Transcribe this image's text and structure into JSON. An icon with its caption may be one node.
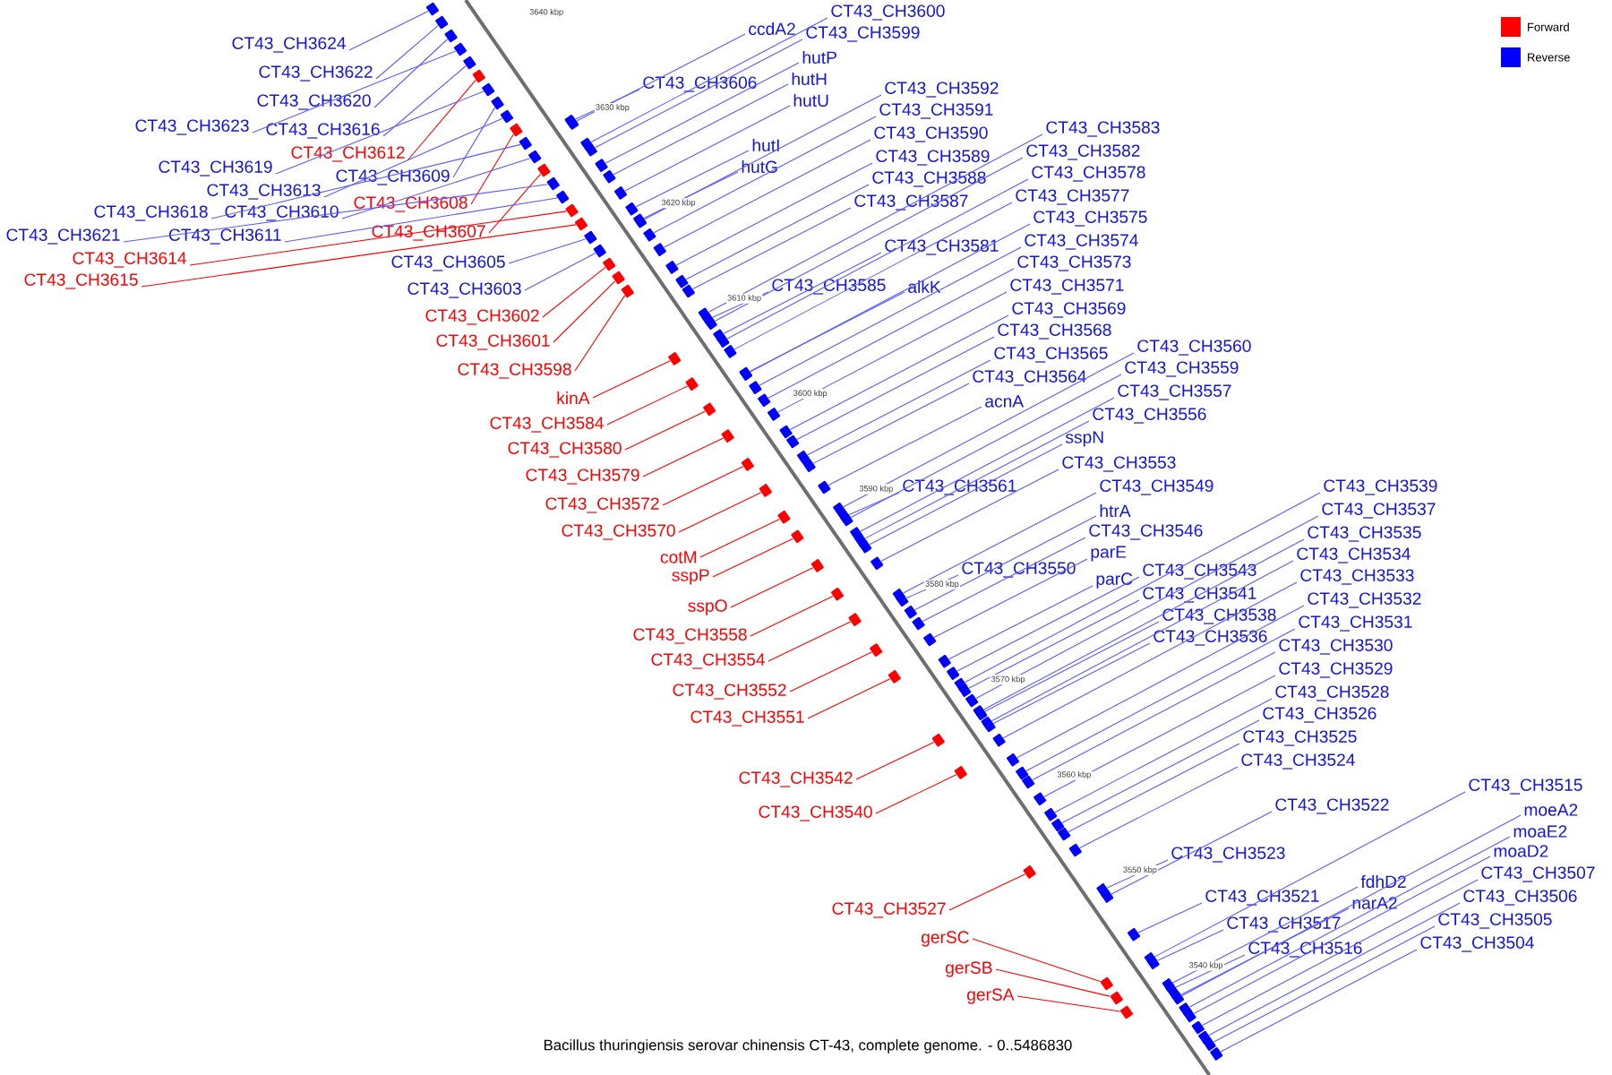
{
  "diagram": {
    "caption": "Bacillus thuringiensis serovar chinensis CT-43, complete genome. - 0..5486830",
    "nodes": [
      {
        "text": [
          "CT43_CH3624"
        ]
      },
      {
        "text": [
          "CT43_CH3622"
        ]
      },
      {
        "text": [
          "CT43_CH3620"
        ]
      },
      {
        "text": [
          "CT43_CH3623"
        ]
      },
      {
        "text": [
          "CT43_CH3616"
        ]
      },
      {
        "text": [
          "CT43_CH3612"
        ]
      },
      {
        "text": [
          "CT43_CH3619"
        ]
      },
      {
        "text": [
          "CT43_CH3609"
        ]
      },
      {
        "text": [
          "CT43_CH3613"
        ]
      },
      {
        "text": [
          "CT43_CH3608"
        ]
      },
      {
        "text": [
          "CT43_CH3618"
        ]
      },
      {
        "text": [
          "CT43_CH3610"
        ]
      },
      {
        "text": [
          "CT43_CH3607"
        ]
      },
      {
        "text": [
          "CT43_CH3621"
        ]
      },
      {
        "text": [
          "CT43_CH3611"
        ]
      },
      {
        "text": [
          "CT43_CH3614"
        ]
      },
      {
        "text": [
          "CT43_CH3605"
        ]
      },
      {
        "text": [
          "CT43_CH3615"
        ]
      },
      {
        "text": [
          "CT43_CH3603"
        ]
      },
      {
        "text": [
          "CT43_CH3602"
        ]
      },
      {
        "text": [
          "CT43_CH3601"
        ]
      },
      {
        "text": [
          "CT43_CH3598"
        ]
      },
      {
        "text": [
          "kinA"
        ]
      },
      {
        "text": [
          "CT43_CH3584"
        ]
      },
      {
        "text": [
          "CT43_CH3580"
        ]
      },
      {
        "text": [
          "CT43_CH3579"
        ]
      },
      {
        "text": [
          "CT43_CH3572"
        ]
      },
      {
        "text": [
          "CT43_CH3570"
        ]
      },
      {
        "text": [
          "cotM"
        ]
      },
      {
        "text": [
          "sspP"
        ]
      },
      {
        "text": [
          "sspO"
        ]
      },
      {
        "text": [
          "CT43_CH3558"
        ]
      },
      {
        "text": [
          "CT43_CH3554"
        ]
      },
      {
        "text": [
          "CT43_CH3552"
        ]
      },
      {
        "text": [
          "CT43_CH3551"
        ]
      },
      {
        "text": [
          "CT43_CH3542"
        ]
      },
      {
        "text": [
          "CT43_CH3540"
        ]
      },
      {
        "text": [
          "CT43_CH3527"
        ]
      },
      {
        "text": [
          "gerSC"
        ]
      },
      {
        "text": [
          "gerSB"
        ]
      },
      {
        "text": [
          "gerSA"
        ]
      },
      {
        "text": [
          "CT43_CH3600"
        ]
      },
      {
        "text": [
          "ccdA2"
        ]
      },
      {
        "text": [
          "CT43_CH3599"
        ]
      },
      {
        "text": [
          "hutP"
        ]
      },
      {
        "text": [
          "hutH"
        ]
      },
      {
        "text": [
          "CT43_CH3606"
        ]
      },
      {
        "text": [
          "CT43_CH3592"
        ]
      },
      {
        "text": [
          "hutU"
        ]
      },
      {
        "text": [
          "CT43_CH3591"
        ]
      },
      {
        "text": [
          "CT43_CH3583"
        ]
      },
      {
        "text": [
          "CT43_CH3590"
        ]
      },
      {
        "text": [
          "hutI"
        ]
      },
      {
        "text": [
          "CT43_CH3582"
        ]
      },
      {
        "text": [
          "CT43_CH3589"
        ]
      },
      {
        "text": [
          "hutG"
        ]
      },
      {
        "text": [
          "CT43_CH3578"
        ]
      },
      {
        "text": [
          "CT43_CH3588"
        ]
      },
      {
        "text": [
          "CT43_CH3577"
        ]
      },
      {
        "text": [
          "CT43_CH3587"
        ]
      },
      {
        "text": [
          "CT43_CH3575"
        ]
      },
      {
        "text": [
          "CT43_CH3574"
        ]
      },
      {
        "text": [
          "CT43_CH3581"
        ]
      },
      {
        "text": [
          "CT43_CH3573"
        ]
      },
      {
        "text": [
          "CT43_CH3585"
        ]
      },
      {
        "text": [
          "alkK"
        ]
      },
      {
        "text": [
          "CT43_CH3571"
        ]
      },
      {
        "text": [
          "CT43_CH3569"
        ]
      },
      {
        "text": [
          "CT43_CH3568"
        ]
      },
      {
        "text": [
          "CT43_CH3560"
        ]
      },
      {
        "text": [
          "CT43_CH3565"
        ]
      },
      {
        "text": [
          "CT43_CH3559"
        ]
      },
      {
        "text": [
          "CT43_CH3564"
        ]
      },
      {
        "text": [
          "CT43_CH3557"
        ]
      },
      {
        "text": [
          "acnA"
        ]
      },
      {
        "text": [
          "CT43_CH3556"
        ]
      },
      {
        "text": [
          "sspN"
        ]
      },
      {
        "text": [
          "CT43_CH3553"
        ]
      },
      {
        "text": [
          "CT43_CH3561"
        ]
      },
      {
        "text": [
          "CT43_CH3549"
        ]
      },
      {
        "text": [
          "CT43_CH3539"
        ]
      },
      {
        "text": [
          "htrA"
        ]
      },
      {
        "text": [
          "CT43_CH3537"
        ]
      },
      {
        "text": [
          "CT43_CH3546"
        ]
      },
      {
        "text": [
          "CT43_CH3535"
        ]
      },
      {
        "text": [
          "parE"
        ]
      },
      {
        "text": [
          "CT43_CH3534"
        ]
      },
      {
        "text": [
          "CT43_CH3550"
        ]
      },
      {
        "text": [
          "CT43_CH3543"
        ]
      },
      {
        "text": [
          "CT43_CH3533"
        ]
      },
      {
        "text": [
          "parC"
        ]
      },
      {
        "text": [
          "CT43_CH3541"
        ]
      },
      {
        "text": [
          "CT43_CH3532"
        ]
      },
      {
        "text": [
          "CT43_CH3538"
        ]
      },
      {
        "text": [
          "CT43_CH3531"
        ]
      },
      {
        "text": [
          "CT43_CH3536"
        ]
      },
      {
        "text": [
          "CT43_CH3530"
        ]
      },
      {
        "text": [
          "CT43_CH3529"
        ]
      },
      {
        "text": [
          "CT43_CH3528"
        ]
      },
      {
        "text": [
          "CT43_CH3526"
        ]
      },
      {
        "text": [
          "CT43_CH3525"
        ]
      },
      {
        "text": [
          "CT43_CH3524"
        ]
      },
      {
        "text": [
          "CT43_CH3515"
        ]
      },
      {
        "text": [
          "CT43_CH3522"
        ]
      },
      {
        "text": [
          "moeA2"
        ]
      },
      {
        "text": [
          "moaE2"
        ]
      },
      {
        "text": [
          "moaD2"
        ]
      },
      {
        "text": [
          "CT43_CH3523"
        ]
      },
      {
        "text": [
          "CT43_CH3507"
        ]
      },
      {
        "text": [
          "fdhD2"
        ]
      },
      {
        "text": [
          "CT43_CH3521"
        ]
      },
      {
        "text": [
          "CT43_CH3506"
        ]
      },
      {
        "text": [
          "narA2"
        ]
      },
      {
        "text": [
          "CT43_CH3505"
        ]
      },
      {
        "text": [
          "CT43_CH3517"
        ]
      },
      {
        "text": [
          "CT43_CH3504"
        ]
      },
      {
        "text": [
          "CT43_CH3516"
        ]
      },
      {
        "text": [],
        "shape": "box"
      },
      {
        "text": [],
        "shape": "box"
      },
      {
        "text": [],
        "shape": "box"
      },
      {
        "text": [],
        "shape": "box"
      },
      {
        "text": [],
        "shape": "box"
      },
      {
        "text": [],
        "shape": "box"
      },
      {
        "text": [],
        "shape": "box"
      },
      {
        "text": [],
        "shape": "box"
      },
      {
        "text": [],
        "shape": "box"
      },
      {
        "text": [],
        "shape": "box"
      },
      {
        "text": [],
        "shape": "box"
      },
      {
        "text": [],
        "shape": "box"
      },
      {
        "text": [],
        "shape": "box"
      },
      {
        "text": [],
        "shape": "box"
      },
      {
        "text": [],
        "shape": "box"
      },
      {
        "text": [],
        "shape": "box"
      },
      {
        "text": [],
        "shape": "box"
      },
      {
        "text": [],
        "shape": "box"
      },
      {
        "text": [],
        "shape": "box"
      },
      {
        "text": [],
        "shape": "box"
      },
      {
        "text": [],
        "shape": "box"
      },
      {
        "text": [],
        "shape": "box"
      },
      {
        "text": [],
        "shape": "box"
      },
      {
        "text": [],
        "shape": "box"
      },
      {
        "text": [],
        "shape": "box"
      },
      {
        "text": [],
        "shape": "box"
      },
      {
        "text": [],
        "shape": "box"
      },
      {
        "text": [],
        "shape": "box"
      },
      {
        "text": [],
        "shape": "box"
      },
      {
        "text": [],
        "shape": "box"
      },
      {
        "text": [],
        "shape": "box"
      },
      {
        "text": [],
        "shape": "box"
      },
      {
        "text": [],
        "shape": "box"
      },
      {
        "text": [],
        "shape": "box"
      },
      {
        "text": [],
        "shape": "box"
      },
      {
        "text": [],
        "shape": "box"
      },
      {
        "text": [],
        "shape": "box"
      },
      {
        "text": [],
        "shape": "box"
      },
      {
        "text": [],
        "shape": "box"
      },
      {
        "text": [],
        "shape": "box"
      },
      {
        "text": [],
        "shape": "box"
      },
      {
        "text": [],
        "shape": "box"
      },
      {
        "text": [],
        "shape": "box"
      },
      {
        "text": [],
        "shape": "box"
      },
      {
        "text": [],
        "shape": "box"
      },
      {
        "text": [],
        "shape": "box"
      },
      {
        "text": [],
        "shape": "box"
      },
      {
        "text": [],
        "shape": "box"
      },
      {
        "text": [],
        "shape": "box"
      },
      {
        "text": [],
        "shape": "box"
      },
      {
        "text": [],
        "shape": "box"
      },
      {
        "text": [],
        "shape": "box"
      },
      {
        "text": [],
        "shape": "box"
      },
      {
        "text": [],
        "shape": "box"
      },
      {
        "text": [],
        "shape": "box"
      },
      {
        "text": [],
        "shape": "box"
      },
      {
        "text": [],
        "shape": "box"
      },
      {
        "text": [],
        "shape": "box"
      },
      {
        "text": [],
        "shape": "box"
      },
      {
        "text": [],
        "shape": "box"
      },
      {
        "text": [],
        "shape": "box"
      },
      {
        "text": [],
        "shape": "box"
      },
      {
        "text": [],
        "shape": "box"
      },
      {
        "text": [],
        "shape": "box"
      },
      {
        "text": [],
        "shape": "box"
      },
      {
        "text": [],
        "shape": "box"
      },
      {
        "text": [],
        "shape": "box"
      },
      {
        "text": [],
        "shape": "box"
      },
      {
        "text": [],
        "shape": "box"
      },
      {
        "text": [],
        "shape": "box"
      },
      {
        "text": [],
        "shape": "box"
      },
      {
        "text": [],
        "shape": "box"
      },
      {
        "text": [],
        "shape": "box"
      },
      {
        "text": [],
        "shape": "box"
      },
      {
        "text": [],
        "shape": "box"
      },
      {
        "text": [],
        "shape": "box"
      },
      {
        "text": [],
        "shape": "box"
      },
      {
        "text": [],
        "shape": "box"
      },
      {
        "text": [],
        "shape": "box"
      },
      {
        "text": [],
        "shape": "box"
      },
      {
        "text": [],
        "shape": "box"
      },
      {
        "text": [],
        "shape": "box"
      },
      {
        "text": [],
        "shape": "box"
      },
      {
        "text": [],
        "shape": "box"
      },
      {
        "text": [],
        "shape": "box"
      },
      {
        "text": [],
        "shape": "box"
      },
      {
        "text": [],
        "shape": "box"
      },
      {
        "text": [],
        "shape": "box"
      },
      {
        "text": [],
        "shape": "box"
      },
      {
        "text": [],
        "shape": "box"
      },
      {
        "text": [],
        "shape": "box"
      },
      {
        "text": [],
        "shape": "box"
      },
      {
        "text": [],
        "shape": "box"
      },
      {
        "text": [],
        "shape": "box"
      },
      {
        "text": [],
        "shape": "box"
      },
      {
        "text": [],
        "shape": "box"
      },
      {
        "text": [],
        "shape": "box"
      },
      {
        "text": [],
        "shape": "box"
      },
      {
        "text": [],
        "shape": "box"
      },
      {
        "text": [],
        "shape": "box"
      },
      {
        "text": [],
        "shape": "box"
      },
      {
        "text": [],
        "shape": "box"
      },
      {
        "text": [],
        "shape": "box"
      },
      {
        "text": [],
        "shape": "box"
      },
      {
        "text": [],
        "shape": "box"
      },
      {
        "text": [],
        "shape": "box"
      },
      {
        "text": [],
        "shape": "box"
      },
      {
        "text": [],
        "shape": "box"
      },
      {
        "text": [],
        "shape": "box"
      },
      {
        "text": [],
        "shape": "box"
      },
      {
        "text": [],
        "shape": "box"
      },
      {
        "text": [],
        "shape": "box"
      },
      {
        "text": [],
        "shape": "box"
      },
      {
        "text": [],
        "shape": "box"
      },
      {
        "text": [],
        "shape": "box"
      },
      {
        "text": [],
        "shape": "box"
      },
      {
        "text": [],
        "shape": "box"
      }
    ],
    "edges": [
      {
        "from": 0,
        "to": 117,
        "arrow": "none"
      },
      {
        "from": 1,
        "to": 118,
        "arrow": "none"
      },
      {
        "from": 2,
        "to": 119,
        "arrow": "none"
      },
      {
        "from": 3,
        "to": 120,
        "arrow": "none"
      },
      {
        "from": 4,
        "to": 121,
        "arrow": "none"
      },
      {
        "from": 5,
        "to": 122,
        "arrow": "none",
        "color": "#ff0000"
      },
      {
        "from": 6,
        "to": 123,
        "arrow": "none"
      },
      {
        "from": 7,
        "to": 124,
        "arrow": "none"
      },
      {
        "from": 8,
        "to": 125,
        "arrow": "none"
      },
      {
        "from": 9,
        "to": 126,
        "arrow": "none",
        "color": "#ff0000"
      },
      {
        "from": 10,
        "to": 127,
        "arrow": "none"
      },
      {
        "from": 11,
        "to": 128,
        "arrow": "none"
      },
      {
        "from": 12,
        "to": 129,
        "arrow": "none",
        "color": "#ff0000"
      },
      {
        "from": 13,
        "to": 130,
        "arrow": "none"
      },
      {
        "from": 14,
        "to": 131,
        "arrow": "none"
      },
      {
        "from": 15,
        "to": 132,
        "arrow": "none",
        "color": "#ff0000"
      },
      {
        "from": 16,
        "to": 133,
        "arrow": "none"
      },
      {
        "from": 17,
        "to": 134,
        "arrow": "none",
        "color": "#ff0000"
      },
      {
        "from": 18,
        "to": 135,
        "arrow": "none"
      },
      {
        "from": 19,
        "to": 136,
        "arrow": "none",
        "color": "#ff0000"
      },
      {
        "from": 20,
        "to": 137,
        "arrow": "none",
        "color": "#ff0000"
      },
      {
        "from": 21,
        "to": 138,
        "arrow": "none",
        "color": "#ff0000"
      },
      {
        "from": 22,
        "to": 139,
        "arrow": "none",
        "color": "#ff0000"
      },
      {
        "from": 23,
        "to": 140,
        "arrow": "none",
        "color": "#ff0000"
      },
      {
        "from": 24,
        "to": 141,
        "arrow": "none",
        "color": "#ff0000"
      },
      {
        "from": 25,
        "to": 142,
        "arrow": "none",
        "color": "#ff0000"
      },
      {
        "from": 26,
        "to": 143,
        "arrow": "none",
        "color": "#ff0000"
      },
      {
        "from": 27,
        "to": 144,
        "arrow": "none",
        "color": "#ff0000"
      },
      {
        "from": 28,
        "to": 145,
        "arrow": "none",
        "color": "#ff0000"
      },
      {
        "from": 29,
        "to": 146,
        "arrow": "none",
        "color": "#ff0000"
      },
      {
        "from": 30,
        "to": 147,
        "arrow": "none",
        "color": "#ff0000"
      },
      {
        "from": 31,
        "to": 148,
        "arrow": "none",
        "color": "#ff0000"
      },
      {
        "from": 32,
        "to": 149,
        "arrow": "none",
        "color": "#ff0000"
      },
      {
        "from": 33,
        "to": 150,
        "arrow": "none",
        "color": "#ff0000"
      },
      {
        "from": 34,
        "to": 151,
        "arrow": "none",
        "color": "#ff0000"
      },
      {
        "from": 35,
        "to": 152,
        "arrow": "none",
        "color": "#ff0000"
      },
      {
        "from": 36,
        "to": 153,
        "arrow": "none",
        "color": "#ff0000"
      },
      {
        "from": 37,
        "to": 154,
        "arrow": "none",
        "color": "#ff0000"
      },
      {
        "from": 38,
        "to": 155,
        "arrow": "none",
        "color": "#ff0000"
      },
      {
        "from": 39,
        "to": 156,
        "arrow": "none",
        "color": "#ff0000"
      },
      {
        "from": 40,
        "to": 157,
        "arrow": "none",
        "color": "#ff0000"
      },
      {
        "from": 41,
        "to": 158,
        "arrow": "none"
      },
      {
        "from": 42,
        "to": 159,
        "arrow": "none"
      },
      {
        "from": 43,
        "to": 160,
        "arrow": "none"
      },
      {
        "from": 44,
        "to": 161,
        "arrow": "none"
      },
      {
        "from": 45,
        "to": 162,
        "arrow": "none"
      },
      {
        "from": 46,
        "to": 163,
        "arrow": "none"
      },
      {
        "from": 47,
        "to": 164,
        "arrow": "none"
      },
      {
        "from": 48,
        "to": 165,
        "arrow": "none"
      },
      {
        "from": 49,
        "to": 166,
        "arrow": "none"
      },
      {
        "from": 50,
        "to": 167,
        "arrow": "none"
      },
      {
        "from": 51,
        "to": 168,
        "arrow": "none"
      },
      {
        "from": 52,
        "to": 169,
        "arrow": "none"
      },
      {
        "from": 53,
        "to": 170,
        "arrow": "none"
      },
      {
        "from": 54,
        "to": 171,
        "arrow": "none"
      },
      {
        "from": 55,
        "to": 172,
        "arrow": "none"
      },
      {
        "from": 56,
        "to": 173,
        "arrow": "none"
      },
      {
        "from": 57,
        "to": 174,
        "arrow": "none"
      },
      {
        "from": 58,
        "to": 175,
        "arrow": "none"
      },
      {
        "from": 59,
        "to": 176,
        "arrow": "none"
      },
      {
        "from": 60,
        "to": 177,
        "arrow": "none"
      },
      {
        "from": 61,
        "to": 178,
        "arrow": "none"
      },
      {
        "from": 62,
        "to": 179,
        "arrow": "none"
      },
      {
        "from": 63,
        "to": 180,
        "arrow": "none"
      },
      {
        "from": 64,
        "to": 181,
        "arrow": "none"
      },
      {
        "from": 65,
        "to": 182,
        "arrow": "none"
      },
      {
        "from": 66,
        "to": 183,
        "arrow": "none"
      },
      {
        "from": 67,
        "to": 184,
        "arrow": "none"
      },
      {
        "from": 68,
        "to": 185,
        "arrow": "none"
      },
      {
        "from": 69,
        "to": 186,
        "arrow": "none"
      },
      {
        "from": 70,
        "to": 187,
        "arrow": "none"
      },
      {
        "from": 71,
        "to": 188,
        "arrow": "none"
      },
      {
        "from": 72,
        "to": 189,
        "arrow": "none"
      },
      {
        "from": 73,
        "to": 190,
        "arrow": "none"
      },
      {
        "from": 74,
        "to": 191,
        "arrow": "none"
      },
      {
        "from": 75,
        "to": 192,
        "arrow": "none"
      },
      {
        "from": 76,
        "to": 193,
        "arrow": "none"
      },
      {
        "from": 77,
        "to": 194,
        "arrow": "none"
      },
      {
        "from": 78,
        "to": 195,
        "arrow": "none"
      },
      {
        "from": 79,
        "to": 196,
        "arrow": "none"
      },
      {
        "from": 80,
        "to": 197,
        "arrow": "none"
      },
      {
        "from": 81,
        "to": 198,
        "arrow": "none"
      },
      {
        "from": 82,
        "to": 199,
        "arrow": "none"
      },
      {
        "from": 83,
        "to": 200,
        "arrow": "none"
      },
      {
        "from": 84,
        "to": 201,
        "arrow": "none"
      },
      {
        "from": 85,
        "to": 202,
        "arrow": "none"
      },
      {
        "from": 86,
        "to": 203,
        "arrow": "none"
      },
      {
        "from": 87,
        "to": 204,
        "arrow": "none"
      },
      {
        "from": 88,
        "to": 205,
        "arrow": "none"
      },
      {
        "from": 89,
        "to": 206,
        "arrow": "none"
      },
      {
        "from": 90,
        "to": 207,
        "arrow": "none"
      },
      {
        "from": 91,
        "to": 208,
        "arrow": "none"
      },
      {
        "from": 92,
        "to": 209,
        "arrow": "none"
      },
      {
        "from": 93,
        "to": 210,
        "arrow": "none"
      },
      {
        "from": 94,
        "to": 211,
        "arrow": "none"
      },
      {
        "from": 95,
        "to": 212,
        "arrow": "none"
      },
      {
        "from": 96,
        "to": 213,
        "arrow": "none"
      },
      {
        "from": 97,
        "to": 214,
        "arrow": "none"
      },
      {
        "from": 98,
        "to": 215,
        "arrow": "none"
      },
      {
        "from": 99,
        "to": 216,
        "arrow": "none"
      },
      {
        "from": 100,
        "to": 217,
        "arrow": "none"
      },
      {
        "from": 101,
        "to": 218,
        "arrow": "none"
      },
      {
        "from": 102,
        "to": 219,
        "arrow": "none"
      },
      {
        "from": 103,
        "to": 220,
        "arrow": "none"
      },
      {
        "from": 104,
        "to": 221,
        "arrow": "none"
      },
      {
        "from": 105,
        "to": 222,
        "arrow": "none"
      },
      {
        "from": 106,
        "to": 223,
        "arrow": "none"
      },
      {
        "from": 107,
        "to": 224,
        "arrow": "none"
      },
      {
        "from": 108,
        "to": 225,
        "arrow": "none"
      },
      {
        "from": 109,
        "to": 226,
        "arrow": "none"
      },
      {
        "from": 110,
        "to": 227,
        "arrow": "none"
      },
      {
        "from": 111,
        "to": 228,
        "arrow": "none"
      },
      {
        "from": 112,
        "to": 229,
        "arrow": "none"
      },
      {
        "from": 113,
        "to": 230,
        "arrow": "none"
      },
      {
        "from": 114,
        "to": 231,
        "arrow": "none"
      },
      {
        "from": 115,
        "to": 232,
        "arrow": "none"
      },
      {
        "from": 116,
        "to": 233,
        "arrow": "none"
      }
    ],
    "labels": [
      "3640 kbp",
      "3630 kbp",
      "3620 kbp",
      "3610 kbp",
      "3600 kbp",
      "3590 kbp",
      "3580 kbp",
      "3570 kbp",
      "3560 kbp",
      "3550 kbp",
      "3540 kbp"
    ],
    "legend": [
      {
        "text": "Forward",
        "color": "#ff0000"
      },
      {
        "text": "Reverse",
        "color": "#0000ff"
      }
    ]
  }
}
